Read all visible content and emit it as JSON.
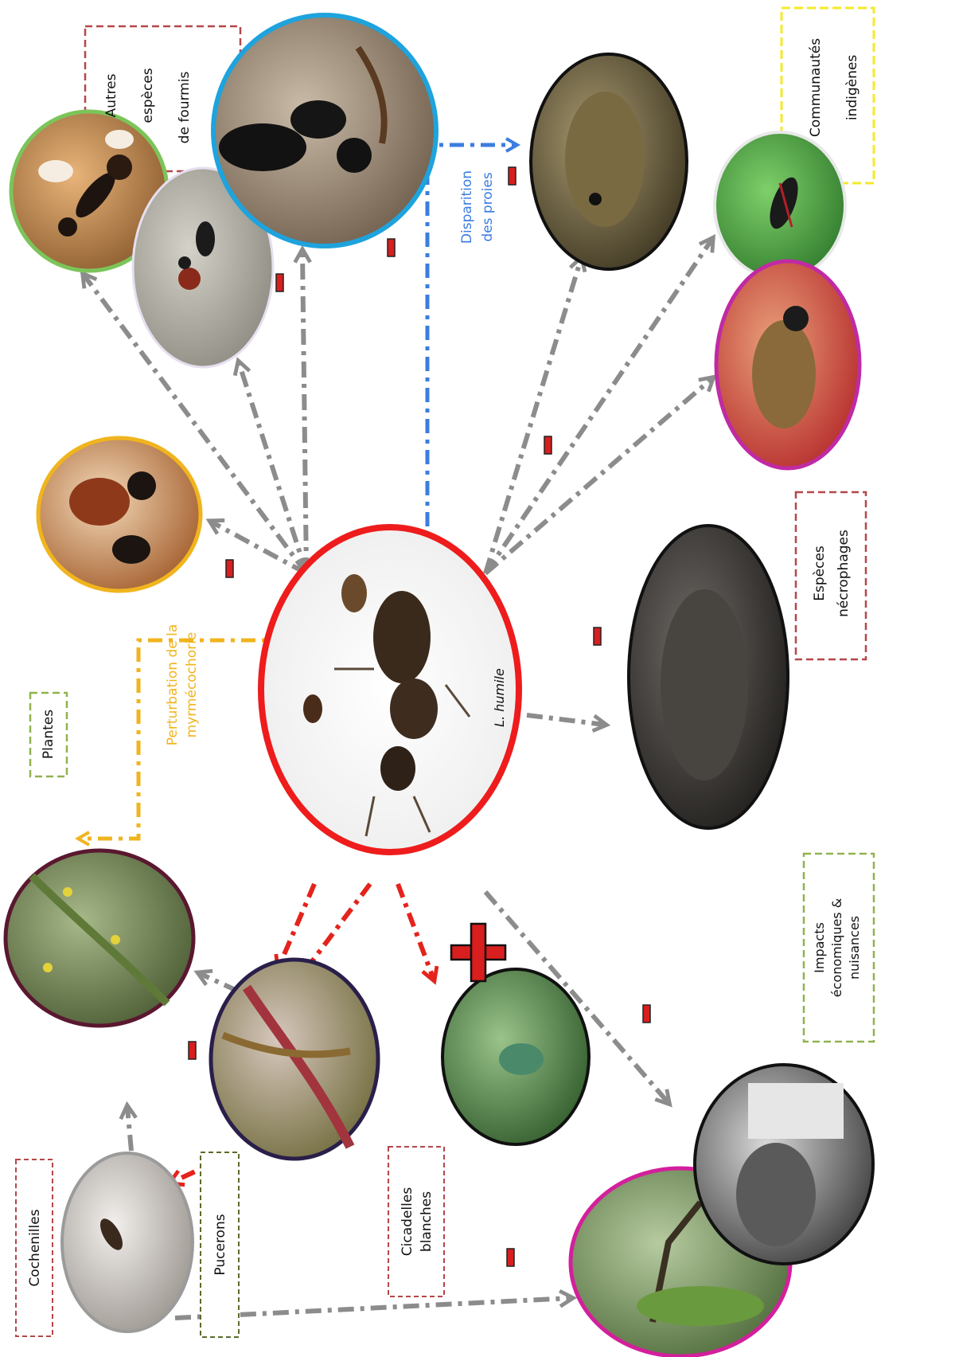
{
  "center": {
    "label": "L. humile"
  },
  "labels": {
    "autres_especes": [
      "Autres",
      "espèces",
      "de fourmis"
    ],
    "communautes": [
      "Communautés",
      "indigènes"
    ],
    "disparition": [
      "Disparition",
      "des proies"
    ],
    "especes_necro": [
      "Espèces",
      "nécrophages"
    ],
    "impacts": [
      "Impacts",
      "économiques &",
      "nuisances"
    ],
    "plantes": "Plantes",
    "perturbation": [
      "Perturbation de la",
      "myrmécochorie"
    ],
    "cochenilles": "Cochenilles",
    "pucerons": "Pucerons",
    "cicadelles": [
      "Cicadelles",
      "blanches"
    ]
  },
  "colors": {
    "center_ring": "#ee1c1c",
    "gray_arrow": "#8c8c8c",
    "red_arrow": "#e4231c",
    "blue_arrow": "#3b7de0",
    "yellow_arrow": "#f0b41e",
    "box_red": "#b5474a",
    "box_green": "#8fb34f",
    "box_yellow": "#f4ea2a",
    "box_olive": "#5a6d2a",
    "neg_marker": "#d81e1e"
  },
  "symbols": {
    "plus": "+",
    "minus": "–"
  }
}
